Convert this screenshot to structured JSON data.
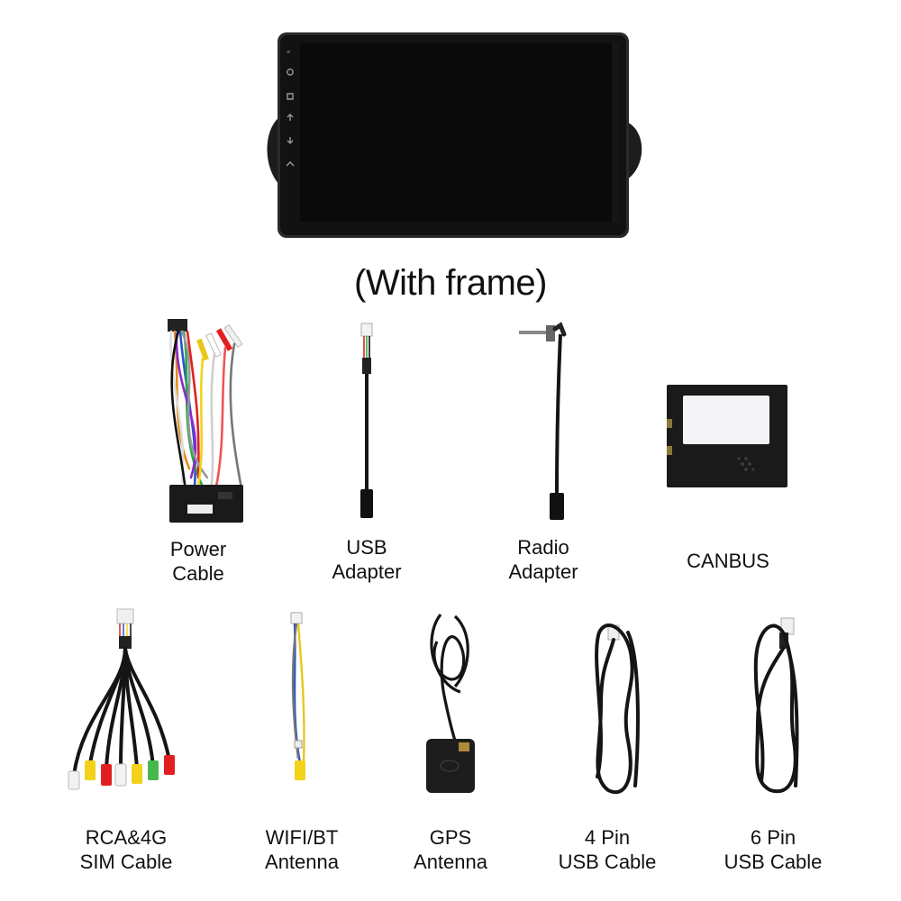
{
  "caption": "(With frame)",
  "items": [
    {
      "line1": "Power",
      "line2": "Cable",
      "icon": "power-cable-harness"
    },
    {
      "line1": "USB",
      "line2": "Adapter",
      "icon": "usb-adapter-cable"
    },
    {
      "line1": "Radio",
      "line2": "Adapter",
      "icon": "radio-antenna-adapter"
    },
    {
      "line1": "CANBUS",
      "line2": "",
      "icon": "canbus-box"
    },
    {
      "line1": "RCA&4G",
      "line2": "SIM Cable",
      "icon": "rca-cable"
    },
    {
      "line1": "WIFI/BT",
      "line2": "Antenna",
      "icon": "wifi-bt-antenna"
    },
    {
      "line1": "GPS",
      "line2": "Antenna",
      "icon": "gps-antenna"
    },
    {
      "line1": "4 Pin",
      "line2": "USB Cable",
      "icon": "usb-cable-coiled"
    },
    {
      "line1": "6 Pin",
      "line2": "USB Cable",
      "icon": "usb-cable-coiled"
    }
  ],
  "colors": {
    "screen": "#0c0c0c",
    "frame": "#1a1a1a",
    "wire_black": "#151515",
    "rca_red": "#e02020",
    "rca_yellow": "#f2d21a",
    "rca_white": "#f2f2f2",
    "rca_green": "#46b84a"
  }
}
